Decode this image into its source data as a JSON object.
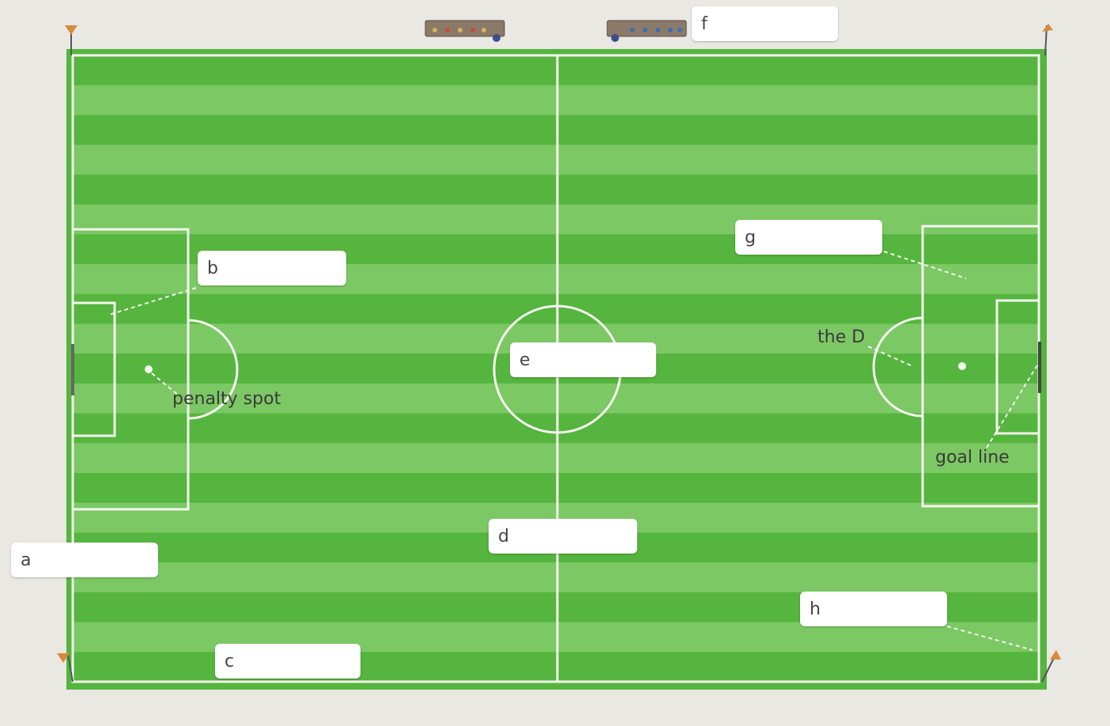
{
  "colors": {
    "grass_dark": "#55b53e",
    "grass_light": "#7cc864",
    "line": "#f4f7ef",
    "background": "#e9e8e3",
    "box_bg": "#ffffff",
    "flag": "#d88a3a"
  },
  "answer_boxes": [
    {
      "letter": "a"
    },
    {
      "letter": "b"
    },
    {
      "letter": "c"
    },
    {
      "letter": "d"
    },
    {
      "letter": "e"
    },
    {
      "letter": "f"
    },
    {
      "letter": "g"
    },
    {
      "letter": "h"
    }
  ],
  "given_labels": {
    "penalty_spot": "penalty spot",
    "the_d": "the D",
    "goal_line": "goal line"
  },
  "icons": [
    "corner-flag-icon",
    "dugout-icon"
  ]
}
